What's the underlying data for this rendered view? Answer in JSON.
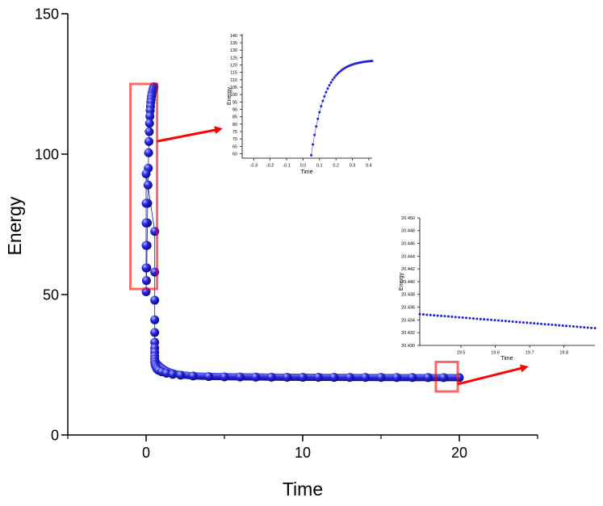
{
  "chart_data": [
    {
      "id": "main",
      "type": "scatter",
      "xlabel": "Time",
      "ylabel": "Energy",
      "xlim": [
        -5,
        25
      ],
      "ylim": [
        0,
        150
      ],
      "xticks": [
        0,
        10,
        20
      ],
      "yticks": [
        0,
        50,
        100,
        150
      ],
      "xtick_labels": [
        "0",
        "10",
        "20"
      ],
      "ytick_labels": [
        "0",
        "50",
        "100",
        "150"
      ],
      "grid": false,
      "marker_color": "#2020d8",
      "series": [
        {
          "x": [
            0.5,
            0.48,
            0.46,
            0.44,
            0.42,
            0.4,
            0.38,
            0.36,
            0.34,
            0.32,
            0.3,
            0.28,
            0.26,
            0.24,
            0.22,
            0.2,
            0.18,
            0.16,
            0.14,
            0.12,
            0.1,
            0.08,
            0.06,
            0.04,
            0.02,
            0.0,
            0.0,
            0.0,
            0.0,
            0.0,
            0.0,
            0.55,
            0.55,
            0.55,
            0.55,
            0.55,
            0.55,
            0.55,
            0.55,
            0.55,
            0.55,
            0.55,
            0.57,
            0.6,
            0.65,
            0.7,
            0.8,
            1.0,
            1.3,
            1.7,
            2.2,
            3.0,
            4.0,
            5.0,
            6.0,
            7.0,
            8.0,
            9.0,
            10.0,
            11.0,
            12.0,
            13.0,
            14.0,
            15.0,
            16.0,
            17.0,
            18.0,
            19.0,
            20.0
          ],
          "y": [
            124,
            123.8,
            123.5,
            123,
            122.5,
            122,
            121.5,
            121,
            120.5,
            119.5,
            118.5,
            117,
            115.5,
            113.5,
            111,
            108,
            104.5,
            100.5,
            95,
            89,
            82.5,
            75.5,
            67.5,
            59.5,
            55,
            51,
            59.5,
            67.5,
            75.5,
            82.5,
            93,
            72.5,
            58,
            48,
            41,
            36.5,
            33,
            31,
            29.5,
            28,
            27,
            26,
            25.2,
            24.6,
            24,
            23.5,
            23,
            22.5,
            22,
            21.6,
            21.3,
            21,
            20.8,
            20.7,
            20.65,
            20.6,
            20.58,
            20.56,
            20.55,
            20.54,
            20.53,
            20.52,
            20.51,
            20.5,
            20.49,
            20.47,
            20.46,
            20.45,
            20.43
          ]
        }
      ],
      "highlight_boxes": [
        {
          "x0": -1.0,
          "x1": 0.7,
          "y0": 52,
          "y1": 125,
          "color": "#ff0000"
        },
        {
          "x0": 18.5,
          "x1": 19.9,
          "y0": 15.5,
          "y1": 26,
          "color": "#ff0000"
        }
      ],
      "arrows": [
        {
          "from": "box-1",
          "to": "inset-1",
          "color": "#ff0000"
        },
        {
          "from": "box-2",
          "to": "inset-2",
          "color": "#ff0000"
        }
      ]
    },
    {
      "id": "inset-1",
      "type": "scatter",
      "xlabel": "Time",
      "ylabel": "Energy",
      "xlim": [
        -0.37,
        0.42
      ],
      "ylim": [
        57,
        141
      ],
      "xticks": [
        -0.3,
        -0.2,
        -0.1,
        0.0,
        0.1,
        0.2,
        0.3,
        0.4
      ],
      "yticks": [
        60,
        65,
        70,
        75,
        80,
        85,
        90,
        95,
        100,
        105,
        110,
        115,
        120,
        125,
        130,
        135,
        140
      ],
      "xtick_labels": [
        "-0.3",
        "-0.2",
        "-0.1",
        "0.0",
        "0.1",
        "0.2",
        "0.3",
        "0.4"
      ],
      "ytick_labels": [
        "60",
        "65",
        "70",
        "75",
        "80",
        "85",
        "90",
        "95",
        "100",
        "105",
        "110",
        "115",
        "120",
        "125",
        "130",
        "135",
        "140"
      ],
      "grid": false,
      "marker_color": "#2020d8",
      "curve": {
        "type": "saturating",
        "x0": 0.05,
        "y0": 59,
        "ymax": 123.5,
        "rate": 12,
        "x_end": 0.42,
        "n": 38
      }
    },
    {
      "id": "inset-2",
      "type": "scatter",
      "xlabel": "Time",
      "ylabel": "Energy",
      "xlim": [
        19.38,
        19.89
      ],
      "ylim": [
        20.43,
        20.45
      ],
      "xticks": [
        19.5,
        19.6,
        19.7,
        19.8
      ],
      "yticks": [
        20.43,
        20.432,
        20.434,
        20.436,
        20.438,
        20.44,
        20.442,
        20.444,
        20.446,
        20.448,
        20.45
      ],
      "xtick_labels": [
        "19.5",
        "19.6",
        "19.7",
        "19.8"
      ],
      "ytick_labels": [
        "20.430",
        "20.432",
        "20.434",
        "20.436",
        "20.438",
        "20.440",
        "20.442",
        "20.444",
        "20.446",
        "20.448",
        "20.450"
      ],
      "grid": false,
      "marker_color": "#2020d8",
      "curve": {
        "type": "linear",
        "x0": 19.38,
        "x1": 19.89,
        "y0": 20.4349,
        "y1": 20.4327,
        "n": 50
      }
    }
  ]
}
